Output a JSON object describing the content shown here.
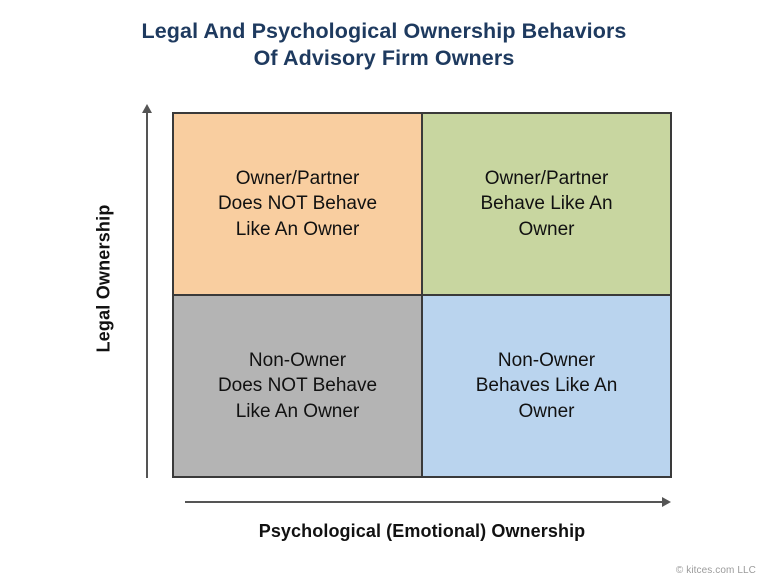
{
  "chart_data": {
    "type": "matrix",
    "title": "Legal And Psychological Ownership Behaviors Of Advisory Firm Owners",
    "title_lines": [
      "Legal And Psychological Ownership Behaviors",
      "Of Advisory Firm Owners"
    ],
    "xlabel": "Psychological (Emotional) Ownership",
    "ylabel": "Legal Ownership",
    "x_axis_arrow": "right",
    "y_axis_arrow": "up",
    "grid": "2x2",
    "quadrants": [
      {
        "position": "top-left",
        "x": "low",
        "y": "high",
        "color": "#f9cea0",
        "label": "Owner/Partner Does NOT Behave Like An Owner",
        "lines": [
          "Owner/Partner",
          "Does NOT Behave",
          "Like An Owner"
        ]
      },
      {
        "position": "top-right",
        "x": "high",
        "y": "high",
        "color": "#c8d6a0",
        "label": "Owner/Partner Behave Like An Owner",
        "lines": [
          "Owner/Partner",
          "Behave Like An",
          "Owner"
        ]
      },
      {
        "position": "bottom-left",
        "x": "low",
        "y": "low",
        "color": "#b4b4b4",
        "label": "Non-Owner Does NOT Behave Like An Owner",
        "lines": [
          "Non-Owner",
          "Does NOT Behave",
          "Like An Owner"
        ]
      },
      {
        "position": "bottom-right",
        "x": "high",
        "y": "low",
        "color": "#bad4ee",
        "label": "Non-Owner Behaves Like An Owner",
        "lines": [
          "Non-Owner",
          "Behaves Like An",
          "Owner"
        ]
      }
    ]
  },
  "colors": {
    "title": "#1e3a5f",
    "axis": "#555555",
    "border": "#3a3a3a",
    "text": "#111111",
    "footer": "#9b9b9b",
    "background": "#ffffff"
  },
  "footer": {
    "attribution": "© kitces.com LLC"
  }
}
